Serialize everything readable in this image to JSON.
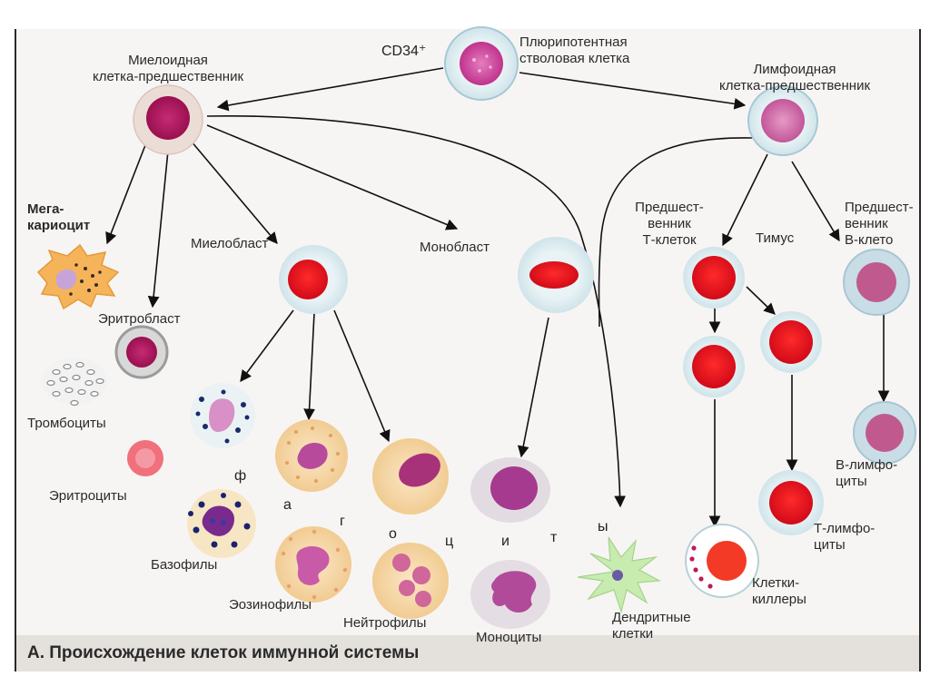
{
  "stem_marker": "CD34⁺",
  "labels": {
    "stem": [
      "Плюрипотентная",
      "стволовая клетка"
    ],
    "myeloid": [
      "Миелоидная",
      "клетка-предшественник"
    ],
    "lymphoid": [
      "Лимфоидная",
      "клетка-предшественник"
    ],
    "megakaryocyte": [
      "Мега-",
      "кариоцит"
    ],
    "erythroblast": "Эритробласт",
    "platelets": "Тромбоциты",
    "erythrocytes": "Эритроциты",
    "myeloblast": "Миелобласт",
    "monoblast": "Монобласт",
    "basophils": "Базофилы",
    "eosinophils": "Эозинофилы",
    "neutrophils": "Нейтрофилы",
    "monocytes": "Моноциты",
    "dendritic": [
      "Дендритные",
      "клетки"
    ],
    "t_precursor": [
      "Предшест-",
      "венник",
      "Т-клеток"
    ],
    "thymus": "Тимус",
    "b_precursor": [
      "Предшест-",
      "венник",
      "В-клето"
    ],
    "killers": [
      "Клетки-",
      "киллеры"
    ],
    "b_lymph": [
      "В-лимфо-",
      "циты"
    ],
    "t_lymph": [
      "Т-лимфо-",
      "циты"
    ]
  },
  "phagocytes_letters": [
    "ф",
    "а",
    "г",
    "о",
    "ц",
    "и",
    "т",
    "ы"
  ],
  "caption": "А. Происхождение клеток иммунной системы",
  "colors": {
    "red_nucleus": "#e0101e",
    "magenta_nucleus": "#b0185a",
    "pink_nucleus": "#d35a9a",
    "blue_halo": "#b8d4e2",
    "gray_halo": "#dcdcdc"
  }
}
